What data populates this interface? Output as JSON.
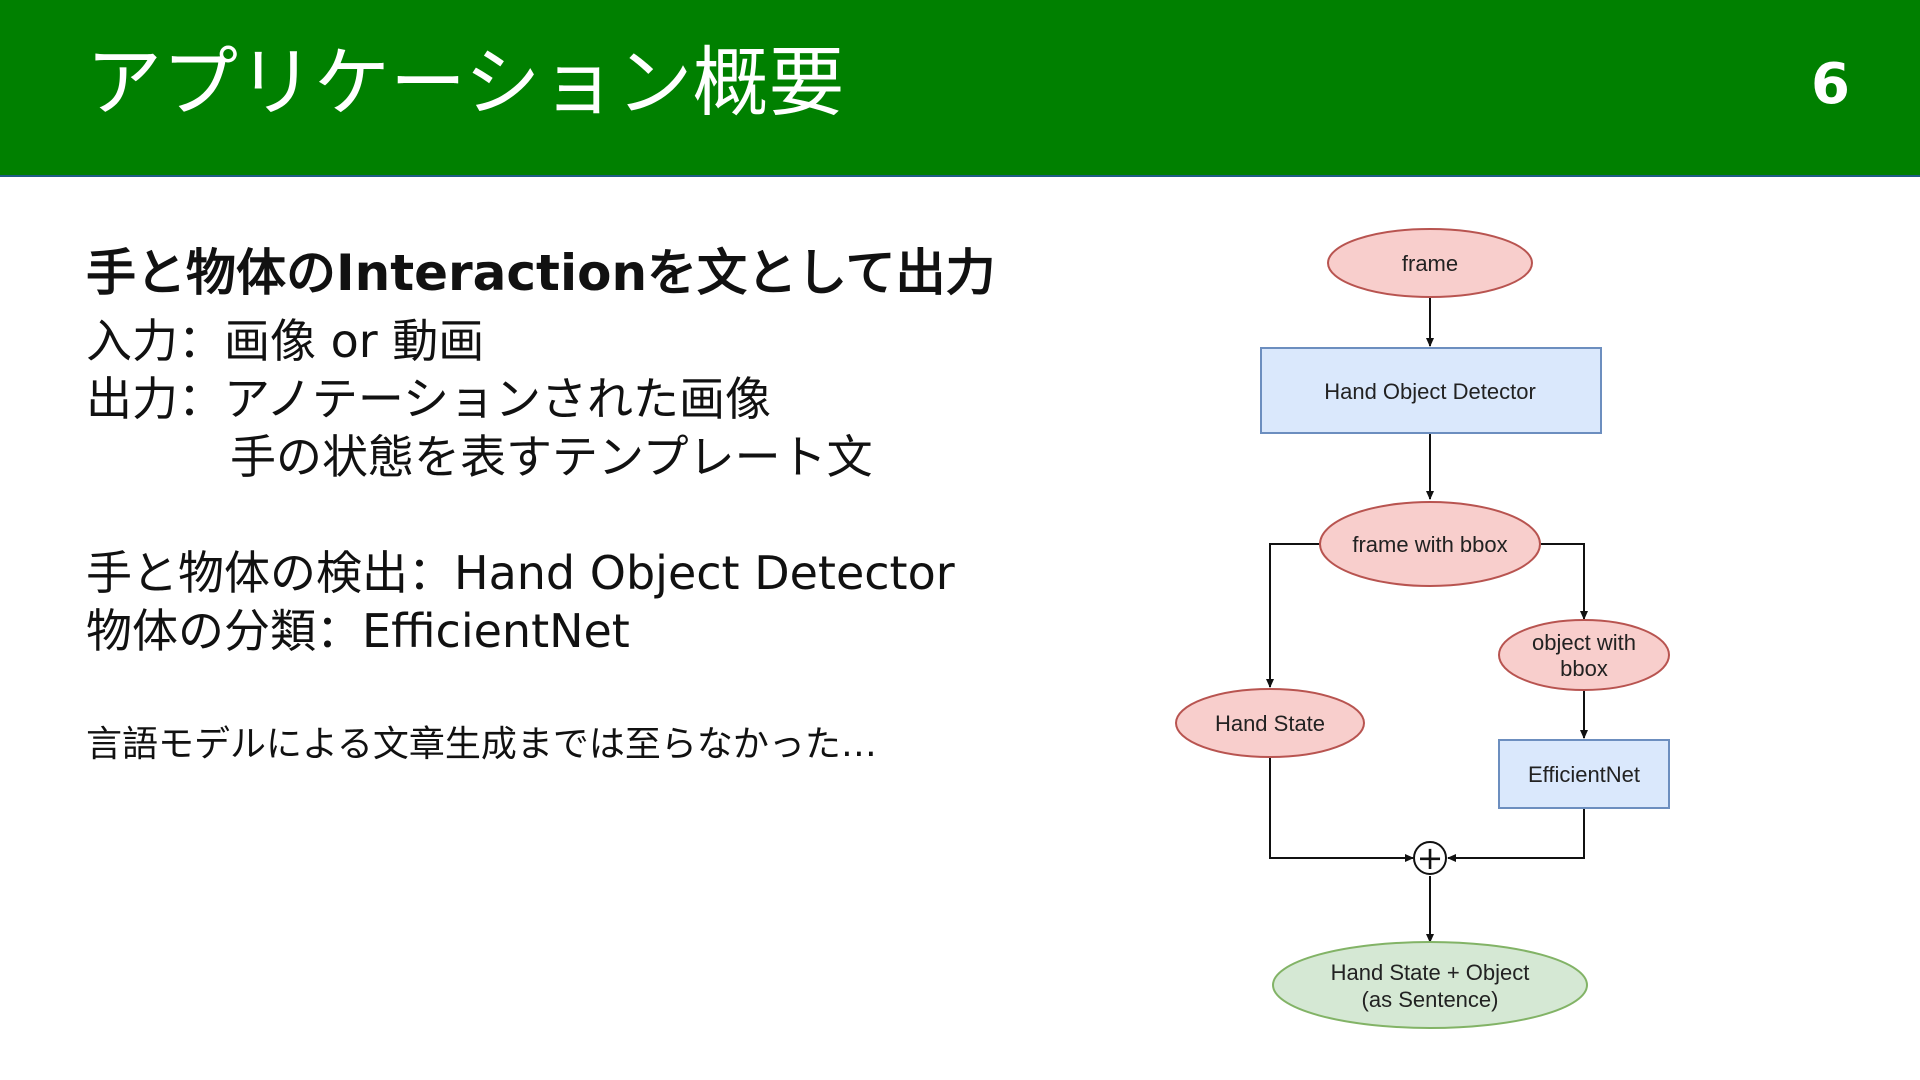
{
  "header": {
    "title": "アプリケーション概要",
    "page_number": "6",
    "color": "#008000"
  },
  "content": {
    "heading": "手と物体のInteractionを文として出力",
    "input_label": "入力：",
    "input_value": "画像 or 動画",
    "output_label": "出力：",
    "output_value_1": "アノテーションされた画像",
    "output_value_2": "手の状態を表すテンプレート文",
    "detect_line": "手と物体の検出：Hand Object Detector",
    "classify_line": "物体の分類：EfficientNet",
    "note": "言語モデルによる文章生成までは至らなかった…"
  },
  "diagram": {
    "nodes": {
      "frame": "frame",
      "detector": "Hand Object Detector",
      "frame_bbox": "frame with bbox",
      "object_bbox_1": "object with",
      "object_bbox_2": "bbox",
      "hand_state": "Hand State",
      "efficientnet": "EfficientNet",
      "output_1": "Hand State + Object",
      "output_2": "(as Sentence)"
    },
    "combine_symbol": "+",
    "colors": {
      "ellipse_fill": "#f8cecc",
      "ellipse_stroke": "#b85450",
      "box_fill": "#dae8fc",
      "box_stroke": "#6c8ebf",
      "output_fill": "#d5e8d4",
      "output_stroke": "#82b366"
    }
  }
}
